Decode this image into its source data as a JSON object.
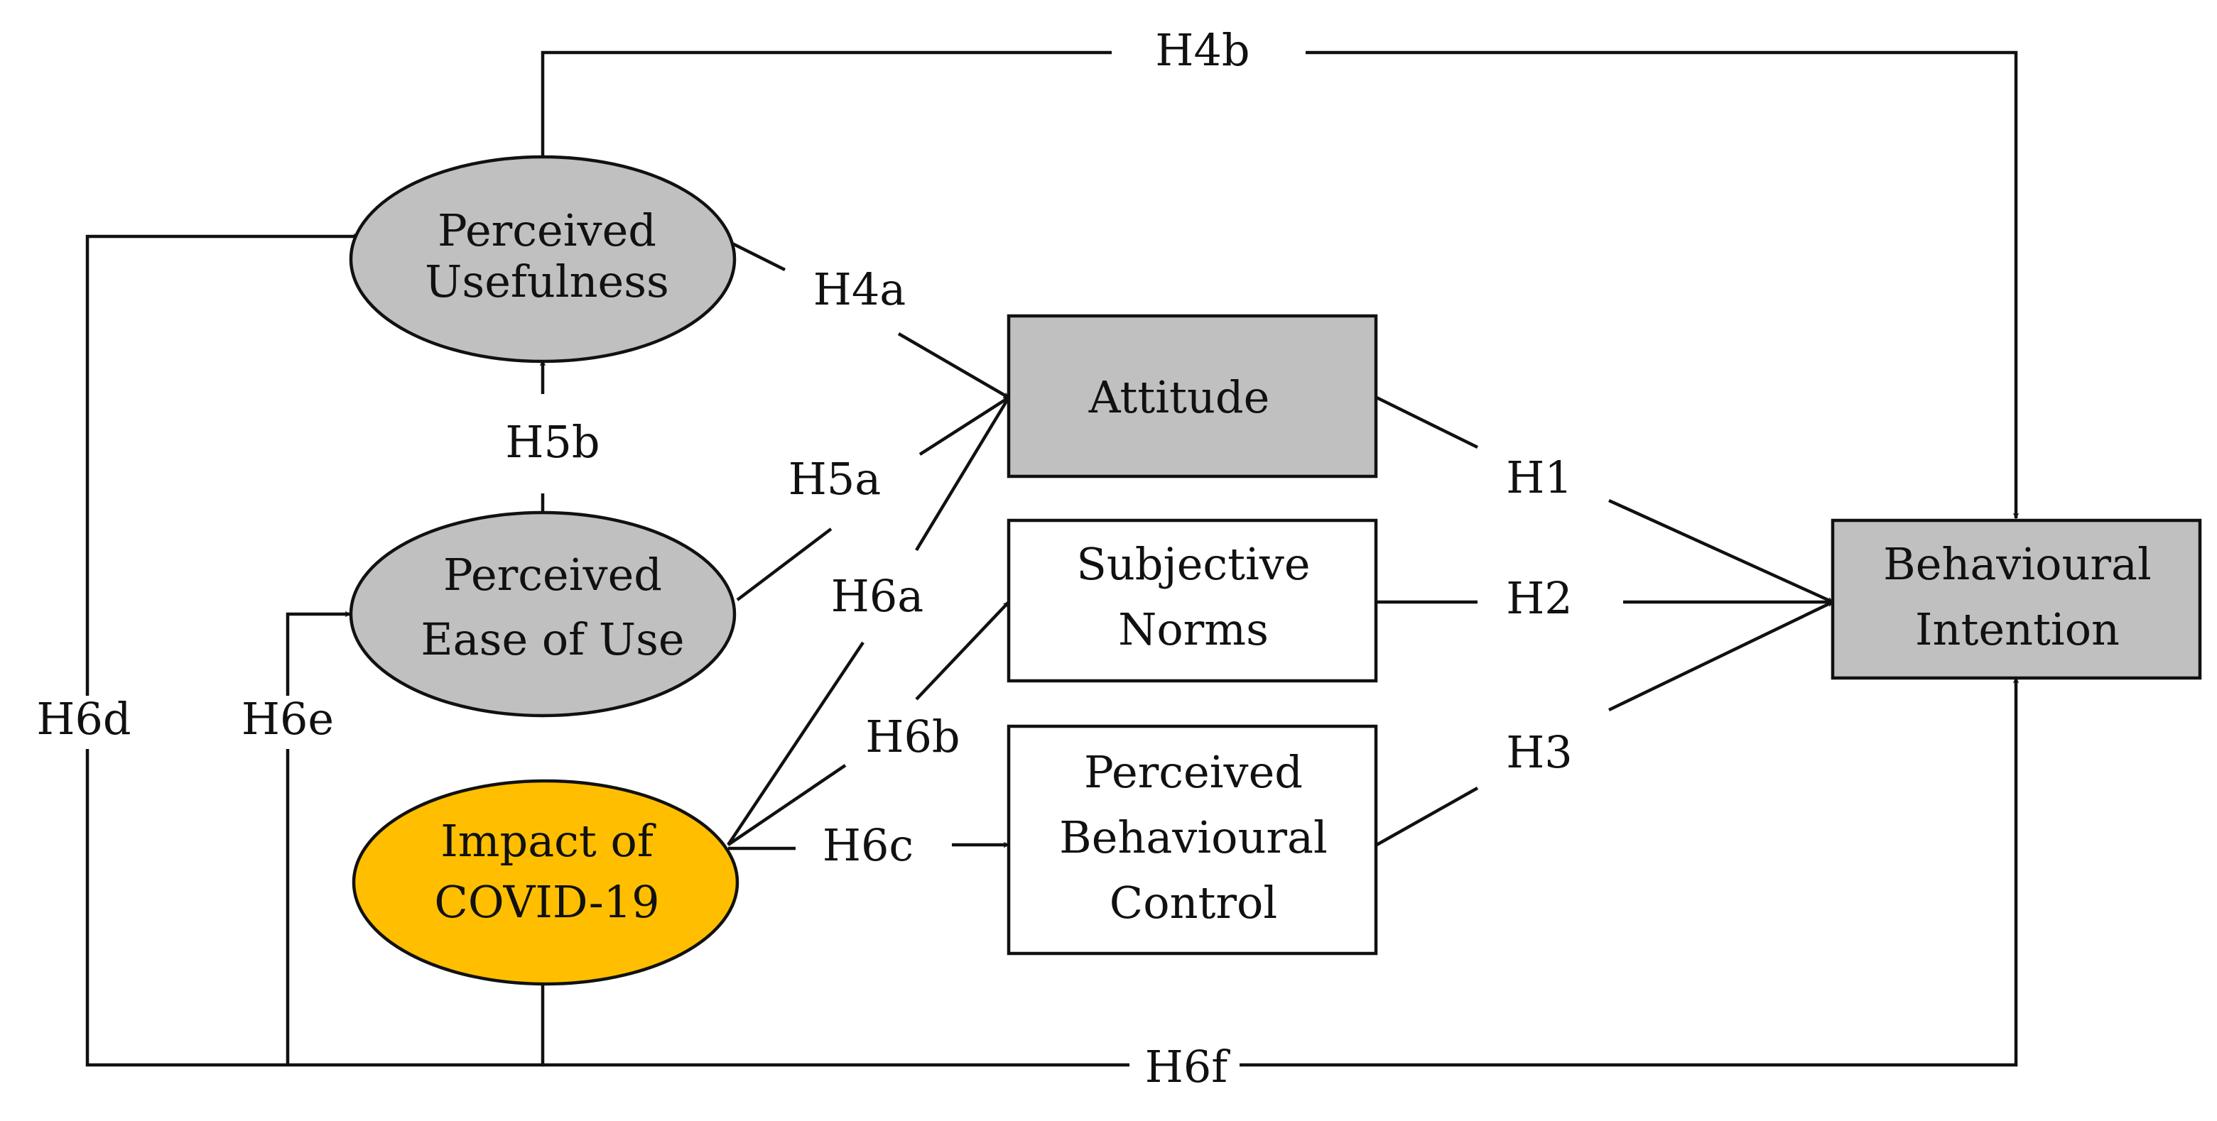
{
  "colors": {
    "grey_fill": "#c0c0c0",
    "covid_fill": "#ffbf00",
    "white_fill": "#ffffff",
    "line": "#111111"
  },
  "nodes": {
    "perceived_usefulness": {
      "line1": "Perceived",
      "line2": "Usefulness"
    },
    "perceived_ease_of_use": {
      "line1": "Perceived",
      "line2": "Ease of Use"
    },
    "impact_of_covid": {
      "line1": "Impact of",
      "line2": "COVID-19"
    },
    "attitude": {
      "line1": "Attitude"
    },
    "subjective_norms": {
      "line1": "Subjective",
      "line2": "Norms"
    },
    "perceived_behavioural_control": {
      "line1": "Perceived",
      "line2": "Behavioural",
      "line3": "Control"
    },
    "behavioural_intention": {
      "line1": "Behavioural",
      "line2": "Intention"
    }
  },
  "hypotheses": {
    "h1": "H1",
    "h2": "H2",
    "h3": "H3",
    "h4a": "H4a",
    "h4b": "H4b",
    "h5a": "H5a",
    "h5b": "H5b",
    "h6a": "H6a",
    "h6b": "H6b",
    "h6c": "H6c",
    "h6d": "H6d",
    "h6e": "H6e",
    "h6f": "H6f"
  }
}
